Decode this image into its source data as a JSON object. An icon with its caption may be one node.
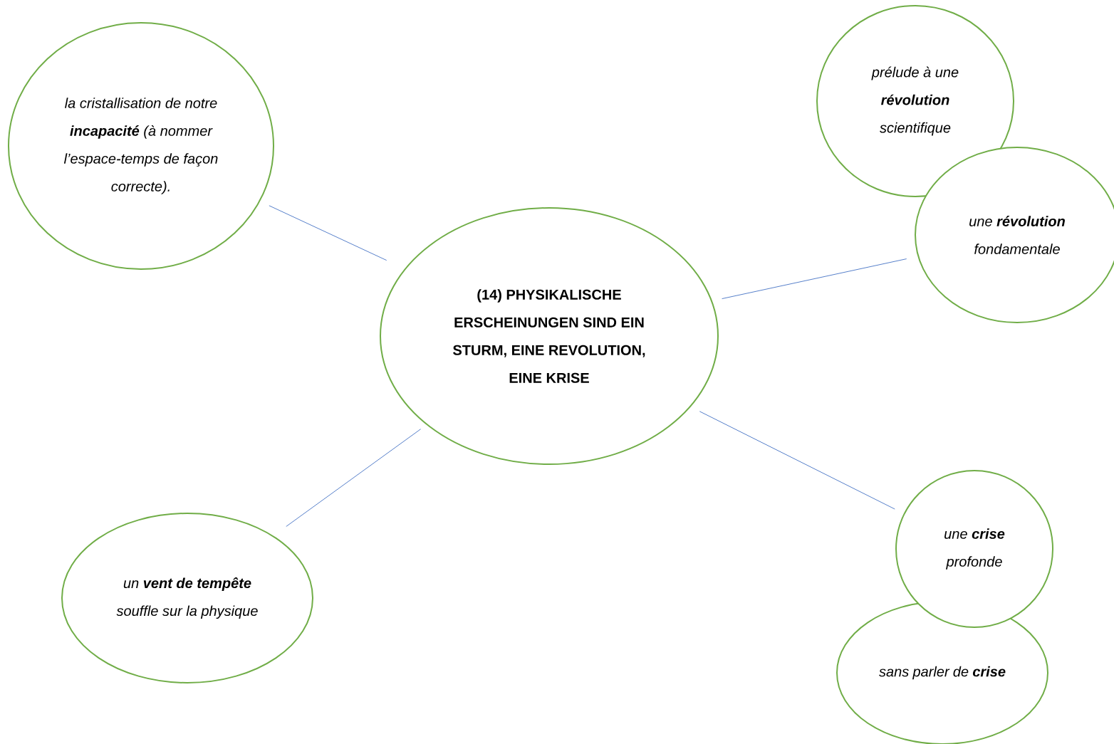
{
  "diagram": {
    "nodes": [
      {
        "text": [
          "(14) PHYSIKALISCHE ERSCHEINUNGEN SIND EIN STURM, EINE REVOLUTION, EINE KRISE"
        ]
      },
      {
        "text": [
          "la cristallisation de notre **incapacité** (à nommer l’espace-temps de façon correcte)."
        ]
      },
      {
        "text": [
          "prélude à une **révolution** scientifique"
        ]
      },
      {
        "text": [
          "une **révolution** fondamentale"
        ]
      },
      {
        "text": [
          "une **crise** profonde"
        ]
      },
      {
        "text": [
          "sans parler de **crise**"
        ]
      },
      {
        "text": [
          "un **vent de tempête** souffle sur la physique"
        ]
      }
    ],
    "edges": [
      {
        "from": 0,
        "to": 1,
        "arrow": "none"
      },
      {
        "from": 0,
        "to": 3,
        "arrow": "none"
      },
      {
        "from": 0,
        "to": 4,
        "arrow": "none"
      },
      {
        "from": 0,
        "to": 6,
        "arrow": "none"
      }
    ]
  }
}
